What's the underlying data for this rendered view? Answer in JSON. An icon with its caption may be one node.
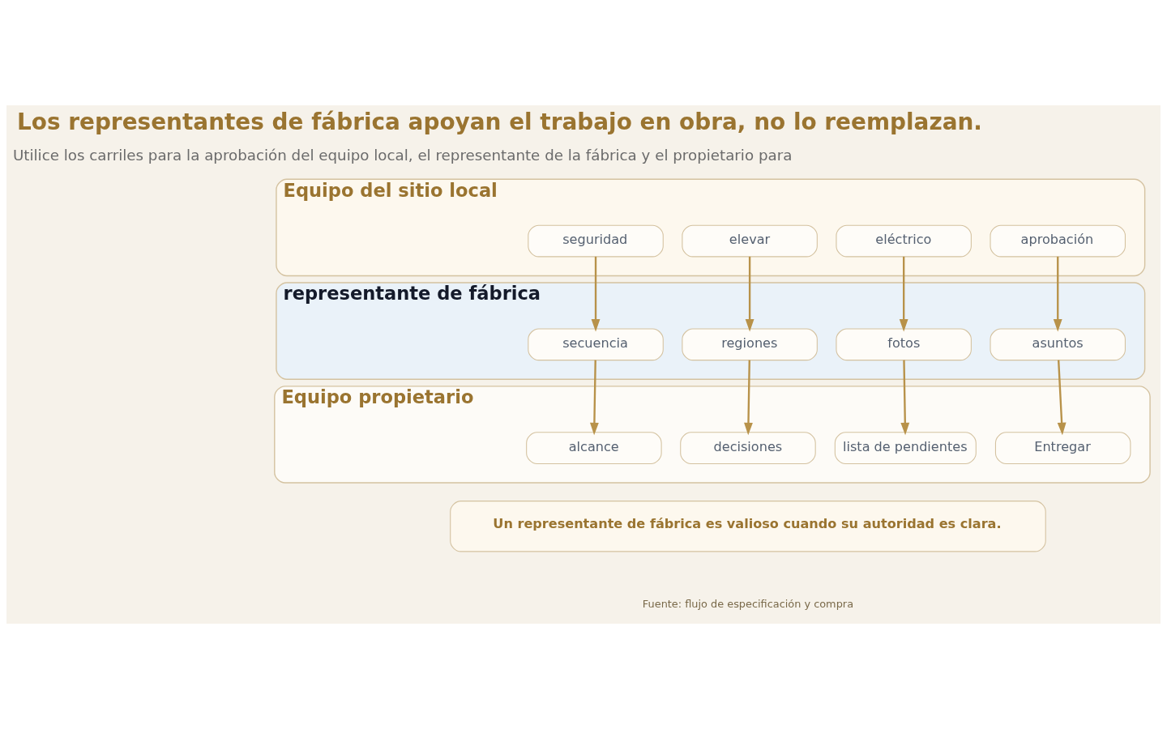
{
  "diagram": {
    "title": "Los representantes de fábrica apoyan el trabajo en obra, no lo reemplazan.",
    "nodes": [
      {
        "text": [
          "Equipo del sitio local"
        ]
      },
      {
        "text": [
          "seguridad"
        ],
        "in": 0
      },
      {
        "text": [
          "elevar"
        ],
        "in": 0
      },
      {
        "text": [
          "eléctrico"
        ],
        "in": 0
      },
      {
        "text": [
          "aprobación"
        ],
        "in": 0
      },
      {
        "text": [
          "representante de fábrica"
        ]
      },
      {
        "text": [
          "secuencia"
        ],
        "in": 5
      },
      {
        "text": [
          "regiones"
        ],
        "in": 5
      },
      {
        "text": [
          "fotos"
        ],
        "in": 5
      },
      {
        "text": [
          "asuntos"
        ],
        "in": 5
      },
      {
        "text": [
          "Equipo propietario"
        ]
      },
      {
        "text": [
          "alcance"
        ],
        "in": 10
      },
      {
        "text": [
          "decisiones"
        ],
        "in": 10
      },
      {
        "text": [
          "lista de pendientes"
        ],
        "in": 10
      },
      {
        "text": [
          "Entregar"
        ],
        "in": 10
      },
      {
        "text": [
          "Un representante de fábrica es valioso cuando su autoridad es clara."
        ]
      }
    ],
    "edges": [
      {
        "from": 1,
        "to": 6,
        "arrow": "to"
      },
      {
        "from": 2,
        "to": 7,
        "arrow": "to"
      },
      {
        "from": 3,
        "to": 8,
        "arrow": "to"
      },
      {
        "from": 4,
        "to": 9,
        "arrow": "to"
      },
      {
        "from": 6,
        "to": 11,
        "arrow": "to"
      },
      {
        "from": 7,
        "to": 12,
        "arrow": "to"
      },
      {
        "from": 8,
        "to": 13,
        "arrow": "to"
      },
      {
        "from": 9,
        "to": 14,
        "arrow": "to"
      }
    ],
    "labels": [
      "Utilice los carriles para la aprobación del equipo local, el representante de la fábrica y el propietario para",
      "Fuente: flujo de especificación y compra"
    ]
  }
}
